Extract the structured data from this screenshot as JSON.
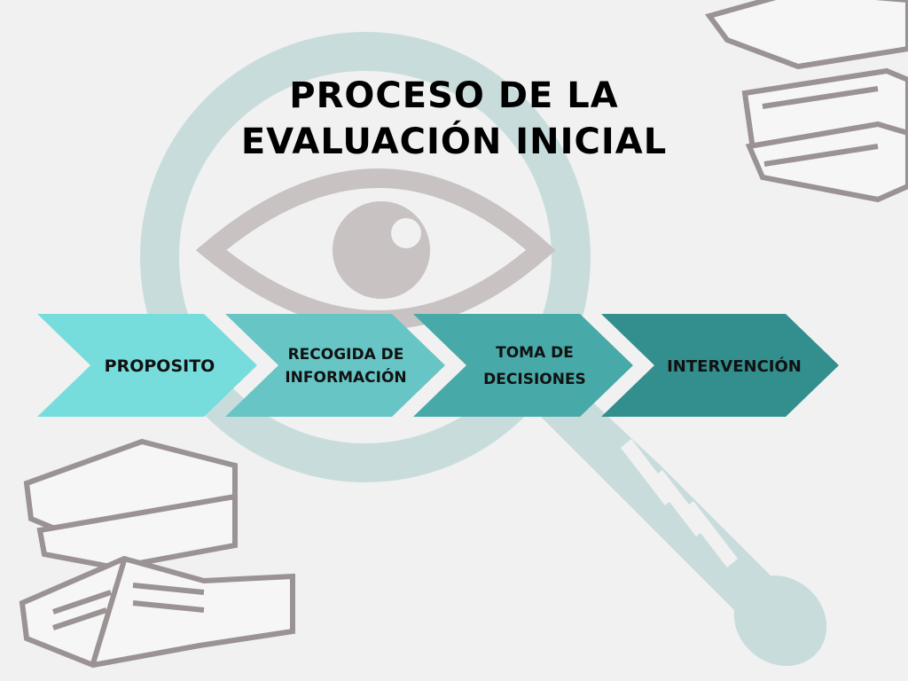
{
  "title": {
    "line1": "PROCESO DE LA",
    "line2": "EVALUACIÓN INICIAL"
  },
  "steps": [
    {
      "line1": "PROPOSITO",
      "line2": "",
      "color": "#77dcdc"
    },
    {
      "line1": "RECOGIDA DE",
      "line2": "INFORMACIÓN",
      "color": "#67c5c5"
    },
    {
      "line1": "TOMA DE",
      "line2": "DECISIONES",
      "color": "#48a9a9"
    },
    {
      "line1": "INTERVENCIÓN",
      "line2": "",
      "color": "#338e8e"
    }
  ],
  "icons": {
    "background": "magnifier-eye-illustration",
    "decoration_top": "books-stack-icon",
    "decoration_bottom": "open-book-stack-icon"
  },
  "colors": {
    "background": "#f1f1f1",
    "magnifier": "#c9dcdc",
    "eye": "#c8c2c2",
    "books": "#9a9293"
  }
}
